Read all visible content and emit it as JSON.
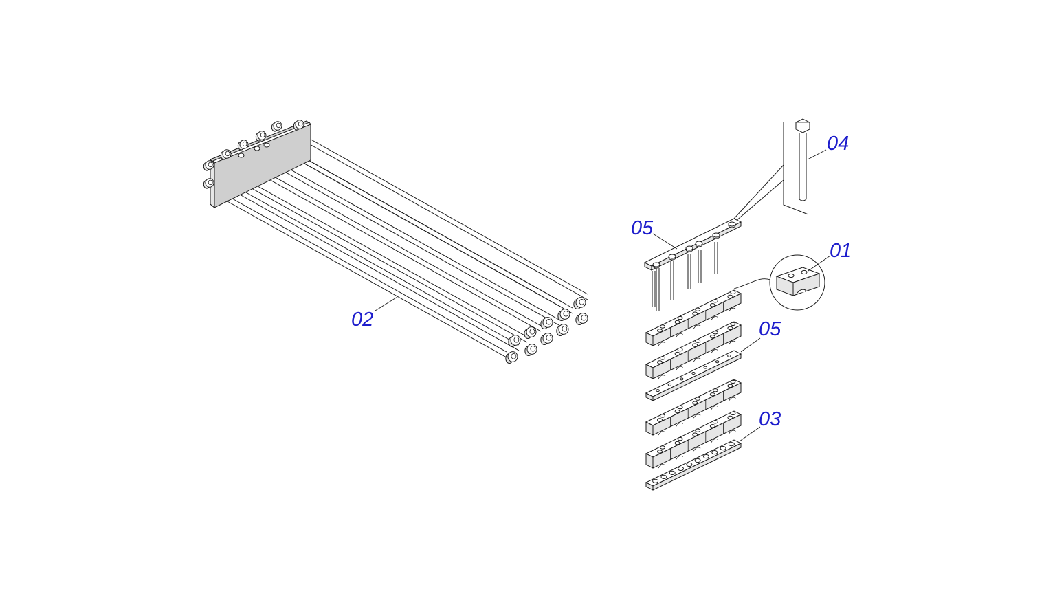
{
  "drawing": {
    "type": "exploded-parts-diagram",
    "line_color": "#1a1a1a",
    "label_color": "#1d1dcc",
    "background": "#ffffff"
  },
  "callouts": {
    "tube_bundle": "02",
    "bolt": "04",
    "top_plate": "05",
    "clamp_block_detail": "01",
    "middle_plate": "05",
    "bottom_plate": "03"
  }
}
